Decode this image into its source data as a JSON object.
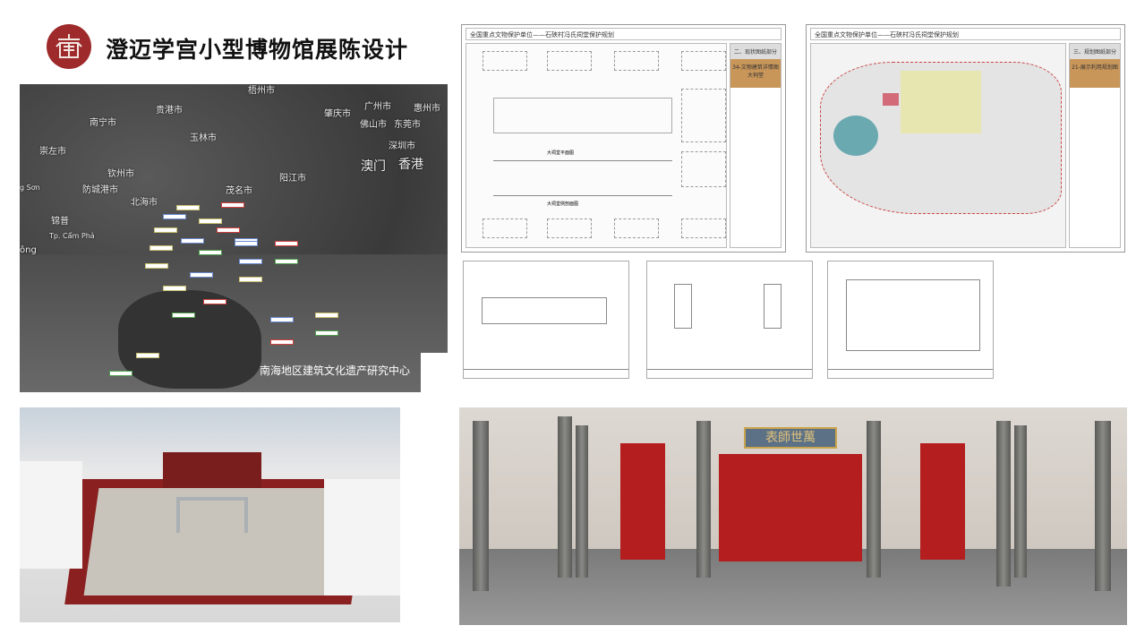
{
  "header": {
    "title": "澄迈学宫小型博物馆展陈设计",
    "logo": "学宫 logo"
  },
  "map": {
    "cities": [
      "梧州市",
      "贵港市",
      "肇庆市",
      "广州市",
      "惠州市",
      "南宁市",
      "佛山市",
      "东莞市",
      "玉林市",
      "崇左市",
      "深圳市",
      "澳门",
      "香港",
      "钦州市",
      "阳江市",
      "茂名市",
      "防城港市",
      "北海市",
      "锦普",
      "Tp. Cẩm Phả",
      "ông",
      "g Sơn"
    ],
    "watermark": "南海地区建筑文化遗产研究中心"
  },
  "sheet1": {
    "title": "全国重点文物保护单位——石硖村冯氏祠堂保护规划",
    "section": "二、现状图纸部分",
    "caption": "34-文物建筑详情图 大祠堂",
    "labels": [
      "大祠堂平面图",
      "大祠堂侧剖面图"
    ]
  },
  "sheet2": {
    "title": "全国重点文物保护单位——石硖村冯氏祠堂保护规划",
    "section": "三、规划图纸部分",
    "caption": "21-展示利用规划图"
  },
  "render2": {
    "plaque": "表師世萬"
  }
}
